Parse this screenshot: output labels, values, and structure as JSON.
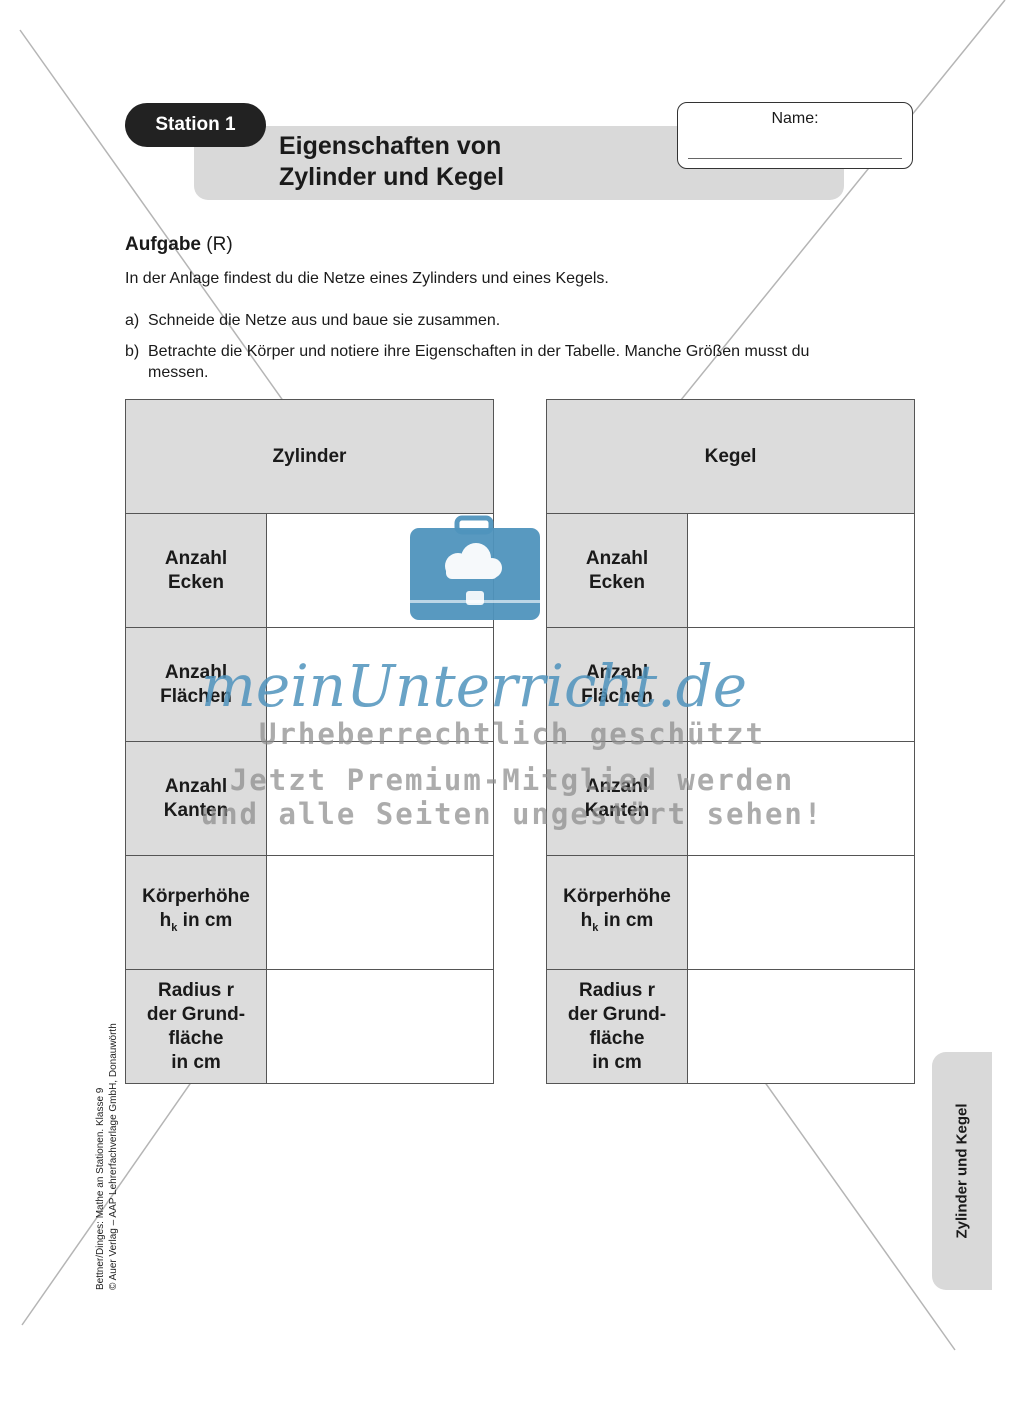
{
  "header": {
    "station": "Station 1",
    "title_line1": "Eigenschaften von",
    "title_line2": "Zylinder und Kegel",
    "name_label": "Name:"
  },
  "task": {
    "heading_bold": "Aufgabe",
    "heading_level": "(R)",
    "intro": "In der Anlage findest du die Netze eines Zylinders und eines Kegels.",
    "a_label": "a)",
    "a_text": "Schneide die Netze aus und baue sie zusammen.",
    "b_label": "b)",
    "b_text_line1": "Betrachte die Körper und notiere ihre Eigenschaften in der Tabelle. Manche Größen musst du",
    "b_text_line2": "messen."
  },
  "tables": [
    {
      "header": "Zylinder",
      "rows": [
        {
          "l1": "Anzahl",
          "l2": "Ecken"
        },
        {
          "l1": "Anzahl",
          "l2": "Flächen"
        },
        {
          "l1": "Anzahl",
          "l2": "Kanten"
        },
        {
          "l1": "Körperhöhe",
          "l2a": "h",
          "l2sub": "k",
          "l2b": " in cm"
        },
        {
          "l1": "Radius r",
          "l2": "der Grund-",
          "l3": "fläche",
          "l4": "in cm"
        }
      ]
    },
    {
      "header": "Kegel",
      "rows": [
        {
          "l1": "Anzahl",
          "l2": "Ecken"
        },
        {
          "l1": "Anzahl",
          "l2": "Flächen"
        },
        {
          "l1": "Anzahl",
          "l2": "Kanten"
        },
        {
          "l1": "Körperhöhe",
          "l2a": "h",
          "l2sub": "k",
          "l2b": " in cm"
        },
        {
          "l1": "Radius r",
          "l2": "der Grund-",
          "l3": "fläche",
          "l4": "in cm"
        }
      ]
    }
  ],
  "watermark": {
    "brand": "meinUnterricht.de",
    "line1": "Urheberrechtlich geschützt",
    "line2": "Jetzt Premium-Mitglied werden",
    "line3": "und alle Seiten ungestört sehen!",
    "icon": "briefcase-cloud-icon",
    "color": "#4f93bd"
  },
  "side_tab": "Zylinder und Kegel",
  "copyright": {
    "line1": "Bettner/Dinges: Mathe an Stationen. Klasse 9",
    "line2": "© Auer Verlag – AAP Lehrerfachverlage GmbH, Donauwörth"
  }
}
